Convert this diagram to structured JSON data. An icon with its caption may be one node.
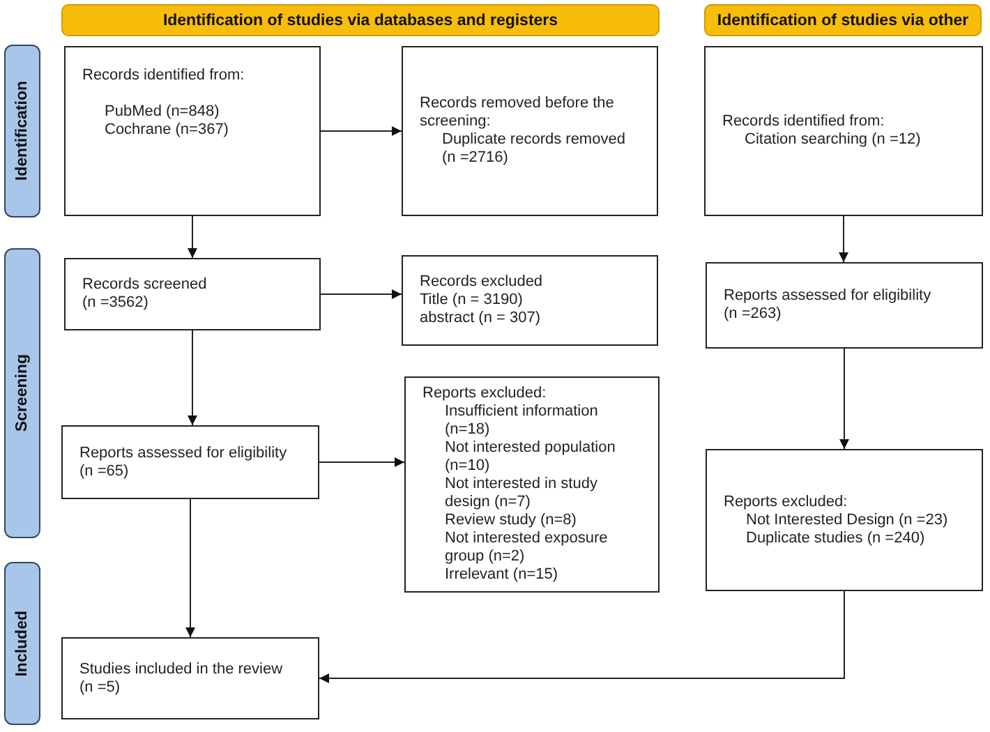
{
  "diagram": {
    "nodes": [
      {
        "text": [
          "Identification of studies via databases and registers"
        ]
      },
      {
        "text": [
          "Identification of studies via other"
        ]
      },
      {
        "text": [
          "Identification"
        ]
      },
      {
        "text": [
          "Screening"
        ]
      },
      {
        "text": [
          "Included"
        ]
      },
      {
        "text": [
          "Records identified from:",
          "PubMed (n=848)",
          "Cochrane (n=367)"
        ]
      },
      {
        "text": [
          "Records removed before the screening:",
          "Duplicate records removed (n =2716)"
        ]
      },
      {
        "text": [
          "Records identified from:",
          "Citation searching (n =12)"
        ]
      },
      {
        "text": [
          "Records screened",
          "(n =3562)"
        ]
      },
      {
        "text": [
          "Records excluded",
          "Title (n = 3190)",
          "abstract (n = 307)"
        ]
      },
      {
        "text": [
          "Reports assessed for eligibility",
          "(n =263)"
        ]
      },
      {
        "text": [
          "Reports assessed for eligibility",
          "(n =65)"
        ]
      },
      {
        "text": [
          "Reports excluded:",
          "Insufficient information (n=18)",
          "Not interested population (n=10)",
          "Not interested in study design (n=7)",
          "Review study (n=8)",
          "Not interested exposure group (n=2)",
          "Irrelevant (n=15)"
        ]
      },
      {
        "text": [
          "Reports excluded:",
          "Not Interested Design (n =23)",
          "Duplicate studies (n =240)"
        ]
      },
      {
        "text": [
          "Studies included in the review",
          "(n =5)"
        ]
      }
    ],
    "edges": [
      {
        "from": 5,
        "to": 6,
        "arrow": "to"
      },
      {
        "from": 5,
        "to": 8,
        "arrow": "to"
      },
      {
        "from": 8,
        "to": 9,
        "arrow": "to"
      },
      {
        "from": 8,
        "to": 11,
        "arrow": "to"
      },
      {
        "from": 11,
        "to": 12,
        "arrow": "to"
      },
      {
        "from": 11,
        "to": 14,
        "arrow": "to"
      },
      {
        "from": 7,
        "to": 10,
        "arrow": "to"
      },
      {
        "from": 10,
        "to": 13,
        "arrow": "to"
      },
      {
        "from": 13,
        "to": 14,
        "arrow": "to"
      }
    ]
  }
}
